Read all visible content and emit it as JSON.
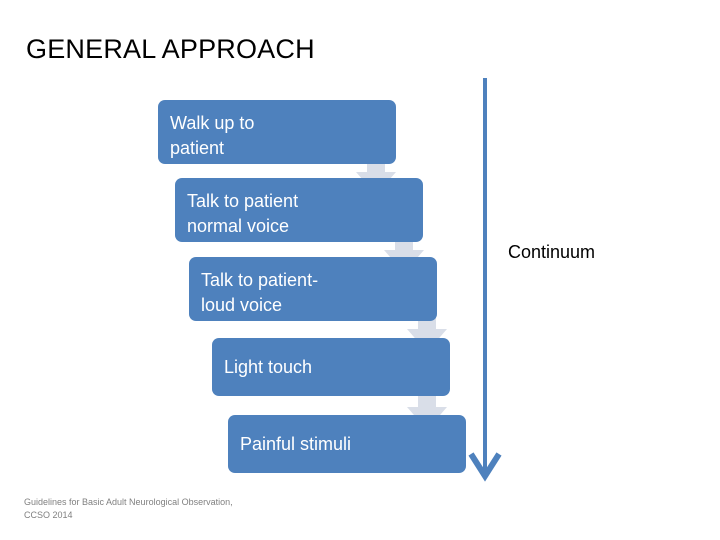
{
  "slide": {
    "title": "GENERAL APPROACH",
    "background_color": "#FFFFFF"
  },
  "colors": {
    "box_blue": "#4E81BD",
    "arrow_grey": "#D9DEE8",
    "continuum_blue": "#4E81BD",
    "box_text": "#FFFFFF",
    "title_text": "#000000",
    "footer_text": "#808080"
  },
  "flow": {
    "steps": [
      {
        "label": "Walk up to\npatient",
        "lines": 2
      },
      {
        "label": "Talk to patient\nnormal voice",
        "lines": 2
      },
      {
        "label": "Talk to patient-\nloud voice",
        "lines": 2
      },
      {
        "label": "Light touch",
        "lines": 1
      },
      {
        "label": "Painful stimuli",
        "lines": 1
      }
    ],
    "connector_icon": "down-arrow-icon",
    "connector_count": 4
  },
  "continuum": {
    "label": "Continuum",
    "arrow_icon": "long-down-arrow-icon",
    "direction": "down"
  },
  "footer": {
    "credit": "Guidelines for Basic Adult Neurological Observation,\nCCSO 2014"
  }
}
